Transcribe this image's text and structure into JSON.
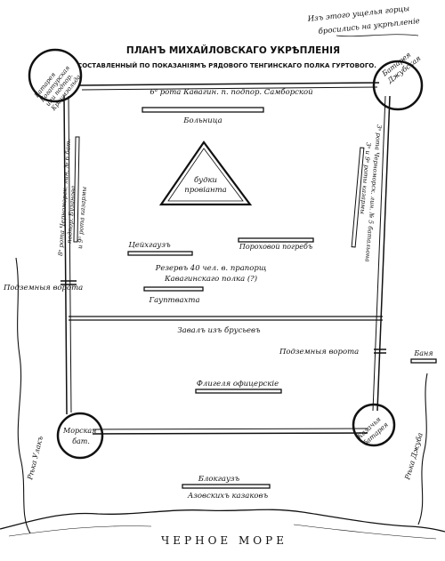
{
  "header": {
    "title": "ПЛАНЪ МИХАЙЛОВСКАГО УКРѢПЛЕНІЯ",
    "subtitle": "СОСТАВЛЕННЫЙ ПО ПОКАЗАНІЯМЪ РЯДОВОГО ТЕНГИНСКАГО ПОЛКА ГУРТОВОГО."
  },
  "annotations": {
    "gorge_line1": "Изъ этого ущелья горцы",
    "gorge_line2": "бросились на укрѣпленіе"
  },
  "bastions": {
    "northwest": [
      "Батарея",
      "Богатурская",
      "или подпор.",
      "Краумзольда"
    ],
    "northeast": [
      "Батарея",
      "Джубская"
    ],
    "southwest": [
      "Морская",
      "бат."
    ],
    "southeast": [
      "Казачья",
      "батарея"
    ]
  },
  "buildings": {
    "north_garrison": "6ᵃ рота Кавагин. п. подпор. Самборской",
    "hospital": "Больница",
    "provisions_line1": "будки",
    "provisions_line2": "провіанта",
    "arsenal": "Цейхгаузъ",
    "powder_cellar": "Пороховой погребъ",
    "reserve_line1": "Резервъ 40 чел. в. прапорщ",
    "reserve_line2": "Кавагинскаго полка (?)",
    "guardhouse": "Гауптвахта",
    "log_barrier": "Завалъ изъ брусьевъ",
    "officer_quarters": "Флигеля офицерскіе",
    "blockhouse": "Блокгаузъ",
    "azov_cossacks": "Азовскихъ казаковъ",
    "bath": "Баня"
  },
  "west_wall_texts": [
    "8ᵃ рота Черноморск. лин. № 6 бат.",
    "подпор. Бузанова",
    "и 9ᵃ рота казармы"
  ],
  "east_wall_texts": [
    "3ᵃ и 9ᵃ роты казармы",
    "3ᵃ рота Черноморск. лин. № 5 батальона"
  ],
  "gates": {
    "west": "Подземныя ворота",
    "east": "Подземныя ворота"
  },
  "rivers": {
    "west": "Рѣка Улакъ",
    "east": "Рѣка Джуба"
  },
  "sea_label": "ЧЕРНОЕ МОРЕ"
}
